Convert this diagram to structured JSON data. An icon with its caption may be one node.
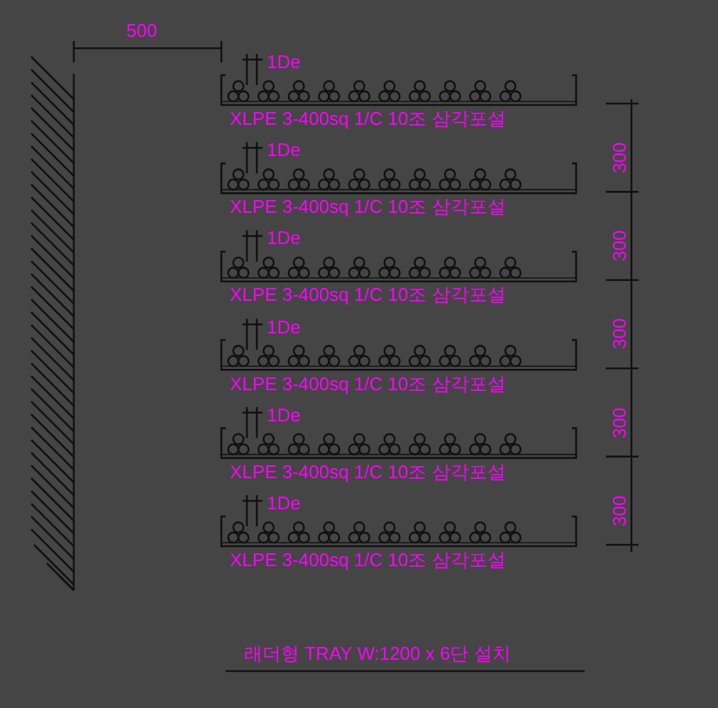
{
  "diagram": {
    "caption": "래더형 TRAY W:1200 x 6단 설치",
    "labels": [
      "500",
      "1De",
      "XLPE 3-400sq 1/C 10조 삼각포설",
      "300",
      "1De",
      "XLPE 3-400sq 1/C 10조 삼각포설",
      "300",
      "1De",
      "XLPE 3-400sq 1/C 10조 삼각포설",
      "300",
      "1De",
      "XLPE 3-400sq 1/C 10조 삼각포설",
      "300",
      "1De",
      "XLPE 3-400sq 1/C 10조 삼각포설",
      "300",
      "1De",
      "XLPE 3-400sq 1/C 10조 삼각포설"
    ]
  }
}
